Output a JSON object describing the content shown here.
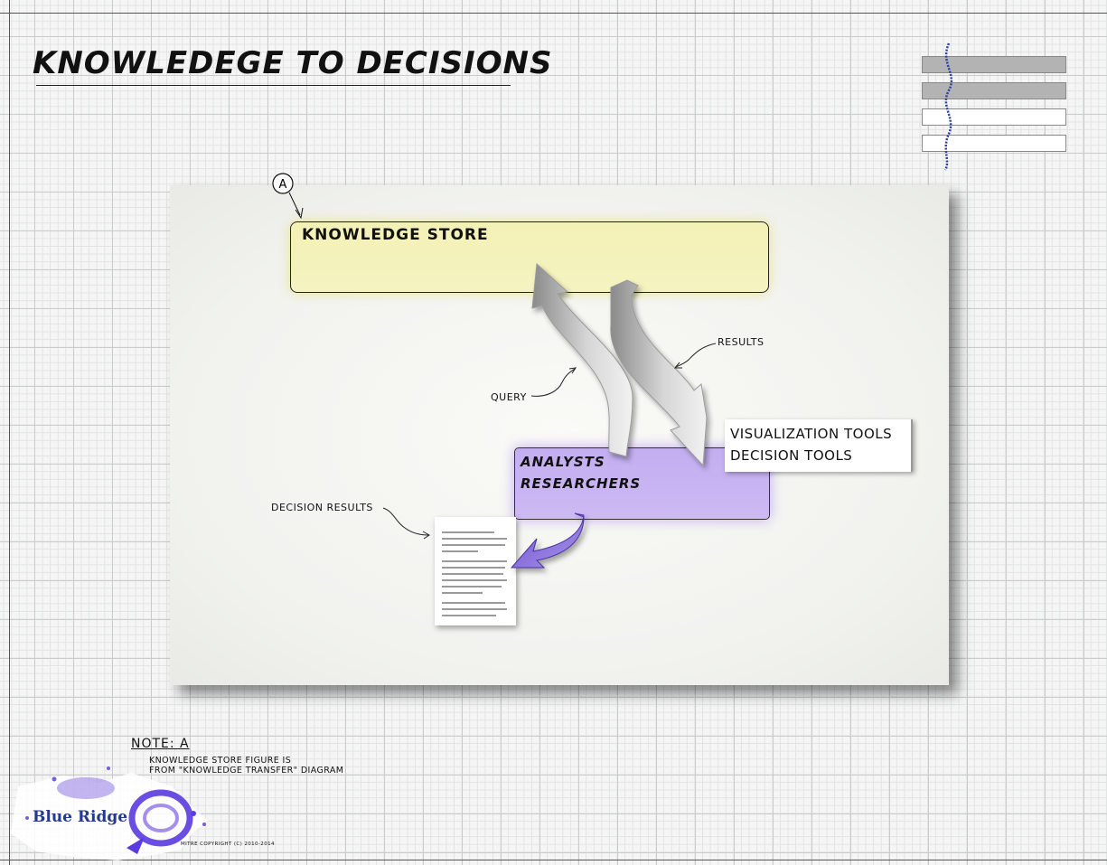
{
  "title": "KNOWLEDEGE TO DECISIONS",
  "marker": "A",
  "knowledge_store": {
    "label": "KNOWLEDGE STORE"
  },
  "analysts_box": {
    "line1": "ANALYSTS",
    "line2": "RESEARCHERS"
  },
  "tools": {
    "line1": "VISUALIZATION TOOLS",
    "line2": "DECISION TOOLS"
  },
  "callouts": {
    "query": "QUERY",
    "results": "RESULTS",
    "decision_results": "DECISION RESULTS"
  },
  "note": {
    "title": "NOTE: A",
    "line1": "KNOWLEDGE STORE FIGURE IS",
    "line2": "FROM \"KNOWLEDGE TRANSFER\" DIAGRAM"
  },
  "logo": {
    "text": "Blue Ridge"
  },
  "copyright": "MITRE COPYRIGHT (C) 2010-2014",
  "colors": {
    "knowledge_store_fill": "#f3f1b5",
    "analysts_fill": "#c3aef0",
    "arrow_gray": "#c4c4c4",
    "arrow_purple": "#8f73d6",
    "logo_blue": "#243a8a",
    "splash_purple": "#7a5ce0"
  }
}
